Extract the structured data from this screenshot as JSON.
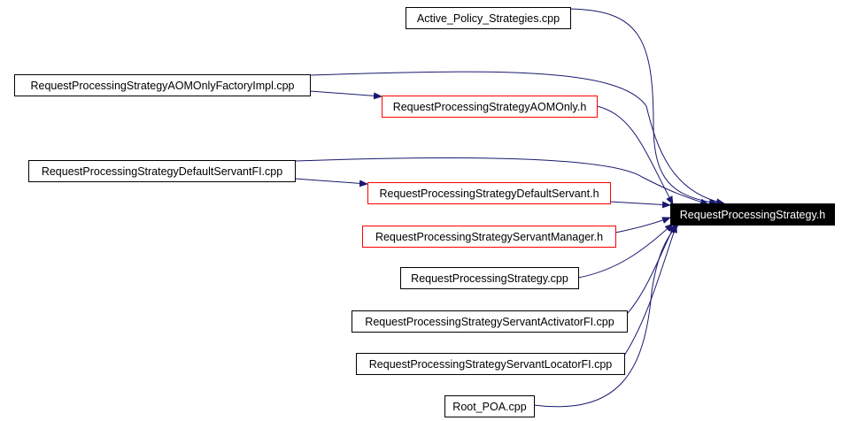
{
  "target": {
    "label": "RequestProcessingStrategy.h",
    "fill": "#000000",
    "text_color": "#ffffff"
  },
  "colors": {
    "edge": "#191970",
    "box_black": "#000000",
    "box_red": "#ff0000",
    "text": "#000000"
  },
  "nodes": [
    {
      "id": "active_policy",
      "label": "Active_Policy_Strategies.cpp",
      "border": "black"
    },
    {
      "id": "aom_factory",
      "label": "RequestProcessingStrategyAOMOnlyFactoryImpl.cpp",
      "border": "black"
    },
    {
      "id": "aom_only_h",
      "label": "RequestProcessingStrategyAOMOnly.h",
      "border": "red"
    },
    {
      "id": "default_servant_fi",
      "label": "RequestProcessingStrategyDefaultServantFI.cpp",
      "border": "black"
    },
    {
      "id": "default_servant_h",
      "label": "RequestProcessingStrategyDefaultServant.h",
      "border": "red"
    },
    {
      "id": "servant_manager_h",
      "label": "RequestProcessingStrategyServantManager.h",
      "border": "red"
    },
    {
      "id": "rps_cpp",
      "label": "RequestProcessingStrategy.cpp",
      "border": "black"
    },
    {
      "id": "activator_fi",
      "label": "RequestProcessingStrategyServantActivatorFI.cpp",
      "border": "black"
    },
    {
      "id": "locator_fi",
      "label": "RequestProcessingStrategyServantLocatorFI.cpp",
      "border": "black"
    },
    {
      "id": "root_poa",
      "label": "Root_POA.cpp",
      "border": "black"
    }
  ],
  "edges": [
    {
      "from": "active_policy",
      "to": "target"
    },
    {
      "from": "aom_factory",
      "to": "target"
    },
    {
      "from": "aom_factory",
      "to": "aom_only_h"
    },
    {
      "from": "aom_only_h",
      "to": "target"
    },
    {
      "from": "default_servant_fi",
      "to": "target"
    },
    {
      "from": "default_servant_fi",
      "to": "default_servant_h"
    },
    {
      "from": "default_servant_h",
      "to": "target"
    },
    {
      "from": "servant_manager_h",
      "to": "target"
    },
    {
      "from": "rps_cpp",
      "to": "target"
    },
    {
      "from": "activator_fi",
      "to": "target"
    },
    {
      "from": "locator_fi",
      "to": "target"
    },
    {
      "from": "root_poa",
      "to": "target"
    }
  ]
}
